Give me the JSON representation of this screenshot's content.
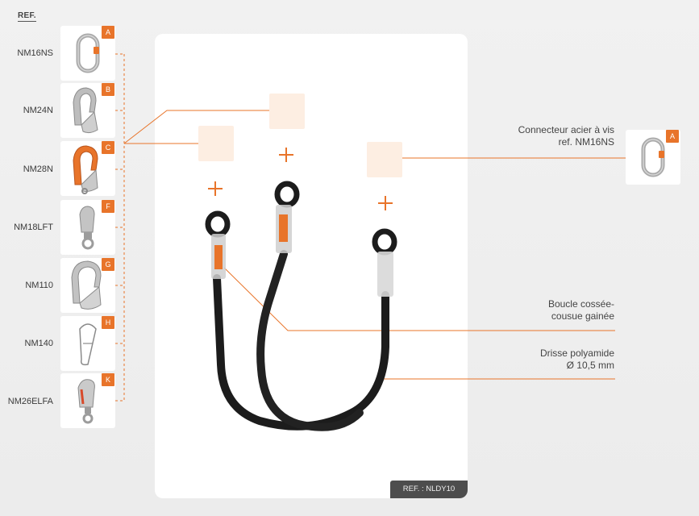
{
  "ref_header": "REF.",
  "connectors": [
    {
      "ref": "NM16NS",
      "badge": "A"
    },
    {
      "ref": "NM24N",
      "badge": "B"
    },
    {
      "ref": "NM28N",
      "badge": "C"
    },
    {
      "ref": "NM18LFT",
      "badge": "F"
    },
    {
      "ref": "NM110",
      "badge": "G"
    },
    {
      "ref": "NM140",
      "badge": "H"
    },
    {
      "ref": "NM26ELFA",
      "badge": "K"
    }
  ],
  "main_panel": {
    "plus_sign": "+",
    "product_ref": "REF. : NLDY10"
  },
  "connector_callout": {
    "line1": "Connecteur acier à vis",
    "line2": "ref. NM16NS",
    "badge": "A"
  },
  "callouts": {
    "loop_line1": "Boucle cossée-",
    "loop_line2": "cousue gainée",
    "rope_line1": "Drisse polyamide",
    "rope_line2": "Ø 10,5 mm"
  },
  "colors": {
    "accent": "#e8742a",
    "placeholder": "#fdeee2",
    "rope": "#1c1c1c",
    "ref_tag_bg": "#4d4d4d"
  },
  "icons": [
    "oval-carabiner-icon",
    "scaffold-hook-icon",
    "orange-scaffold-hook-icon",
    "swivel-snaphook-icon",
    "large-scaffold-hook-icon",
    "wire-gate-carabiner-icon",
    "swivel-carabiner-icon",
    "lanyard-image"
  ]
}
